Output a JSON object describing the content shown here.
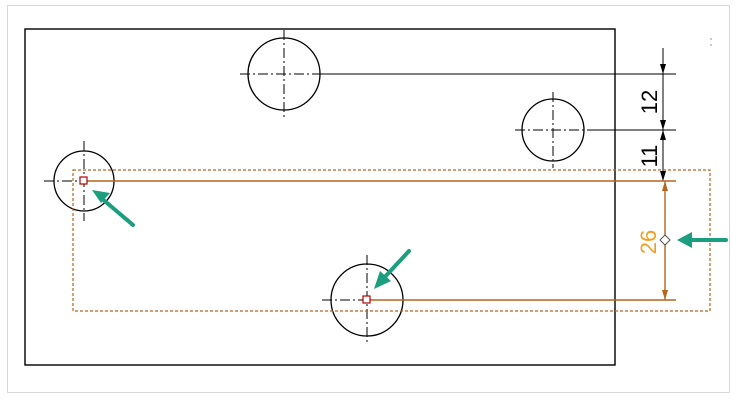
{
  "drawing": {
    "dimensions": [
      {
        "label": "12"
      },
      {
        "label": "11"
      },
      {
        "label": "26"
      }
    ],
    "colors": {
      "line": "#000000",
      "selected": "#b5651d",
      "selected_text": "#f0a020",
      "arrow": "#1a9e7e"
    }
  }
}
